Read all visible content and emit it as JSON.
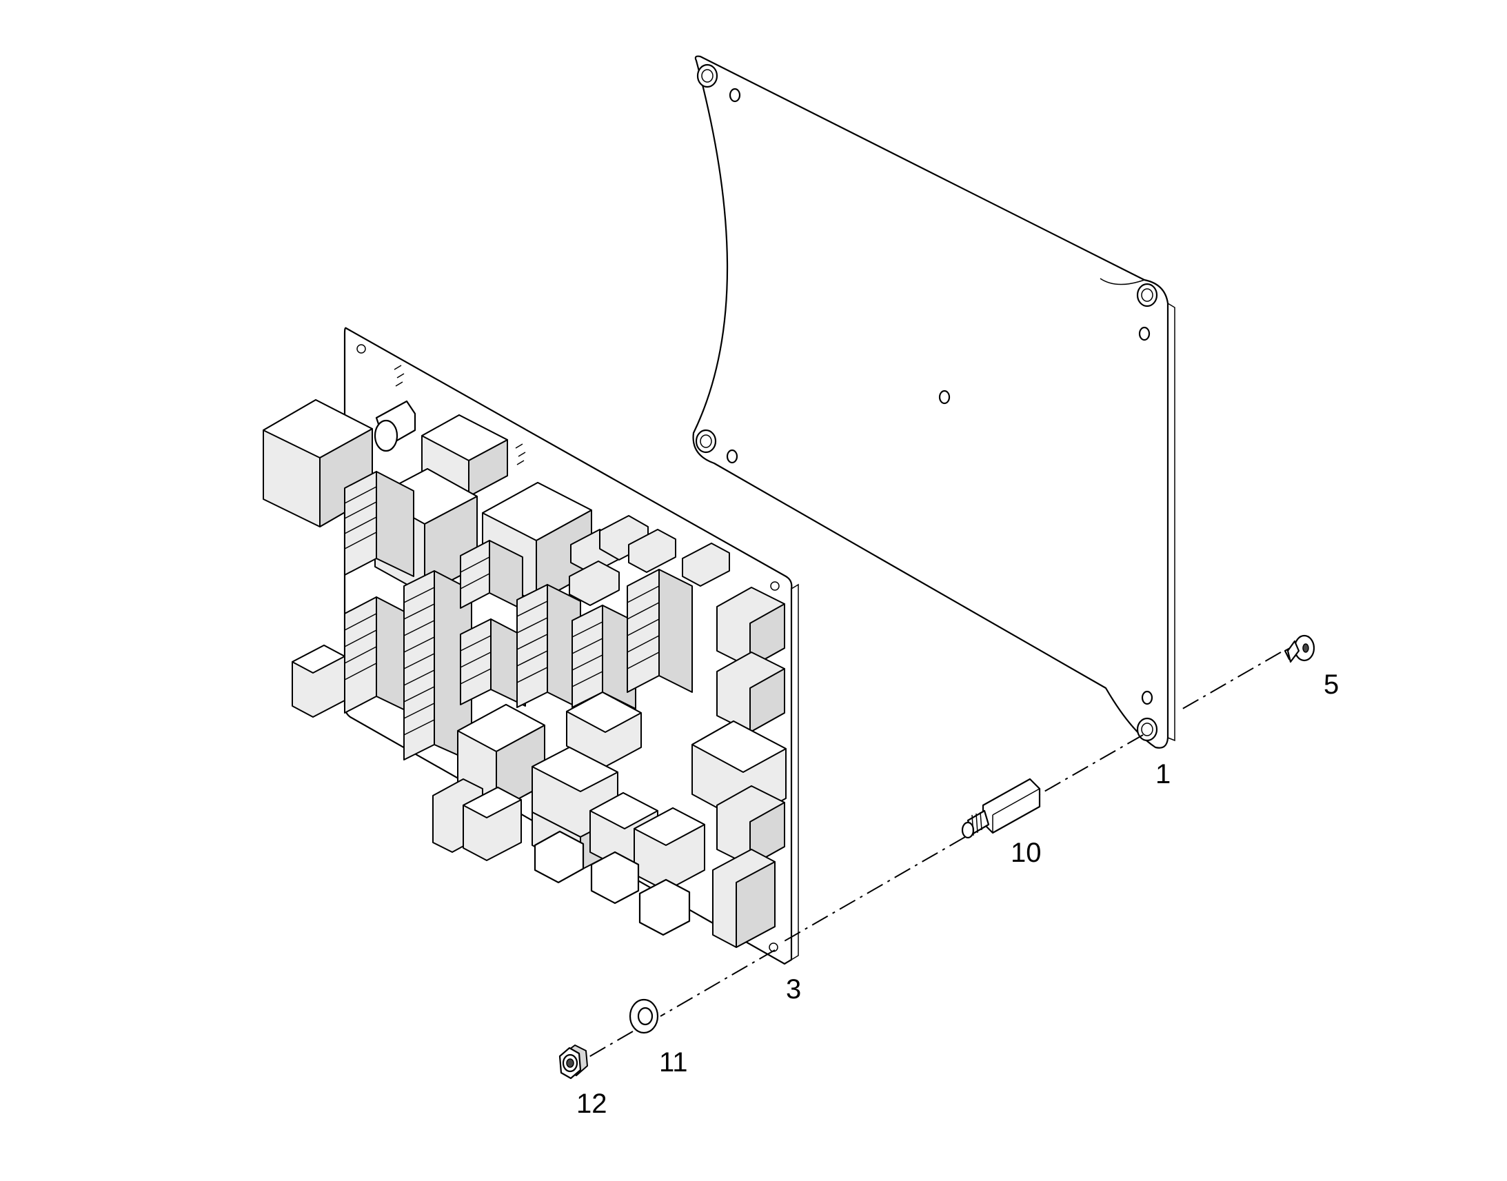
{
  "callouts": {
    "part_1": "1",
    "part_3": "3",
    "part_5": "5",
    "part_10": "10",
    "part_11": "11",
    "part_12": "12"
  },
  "colors": {
    "line": "#000000",
    "background": "#ffffff"
  }
}
